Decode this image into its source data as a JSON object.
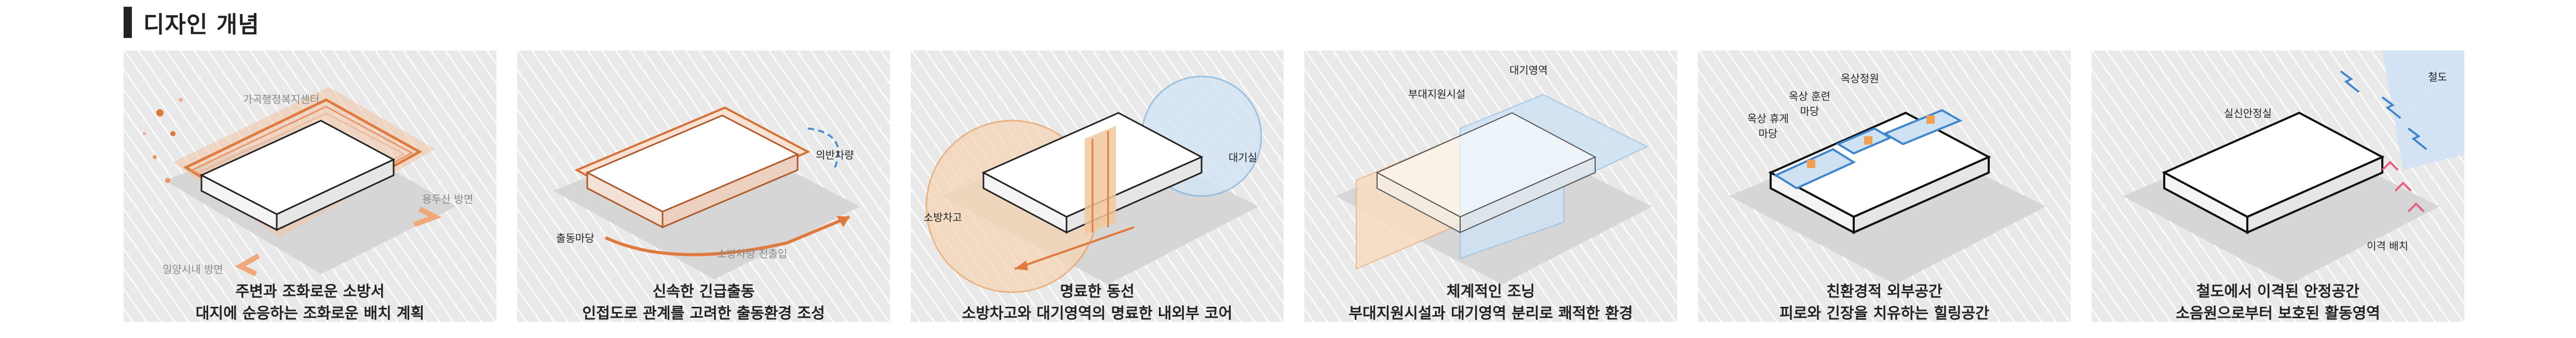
{
  "header": {
    "title": "디자인 개념"
  },
  "panels": [
    {
      "caption1": "주변과 조화로운 소방서",
      "caption2": "대지에 순응하는 조화로운 배치 계획",
      "labels": [
        "가곡행정복지센터",
        "용두산 방면",
        "밀양시내 방면"
      ]
    },
    {
      "caption1": "신속한 긴급출동",
      "caption2": "인접도로 관계를 고려한 출동환경 조성",
      "labels": [
        "의반차량",
        "출동마당",
        "소방차량 진출입"
      ]
    },
    {
      "caption1": "명료한 동선",
      "caption2": "소방차고와 대기영역의 명료한 내외부 코어",
      "labels": [
        "대기실",
        "소방차고"
      ]
    },
    {
      "caption1": "체계적인 조닝",
      "caption2": "부대지원시설과 대기영역 분리로 쾌적한 환경",
      "labels": [
        "대기영역",
        "부대지원시설"
      ]
    },
    {
      "caption1": "친환경적 외부공간",
      "caption2": "피로와 긴장을 치유하는 힐링공간",
      "labels": [
        "옥상정원",
        "옥상 훈련마당",
        "옥상 휴게마당"
      ]
    },
    {
      "caption1": "철도에서 이격된 안정공간",
      "caption2": "소음원으로부터 보호된 활동영역",
      "labels": [
        "철도",
        "실신안정실",
        "이격 배치"
      ]
    }
  ],
  "colors": {
    "accent_orange": "#e07a3c",
    "accent_blue": "#4a8fd0",
    "text": "#222222"
  }
}
